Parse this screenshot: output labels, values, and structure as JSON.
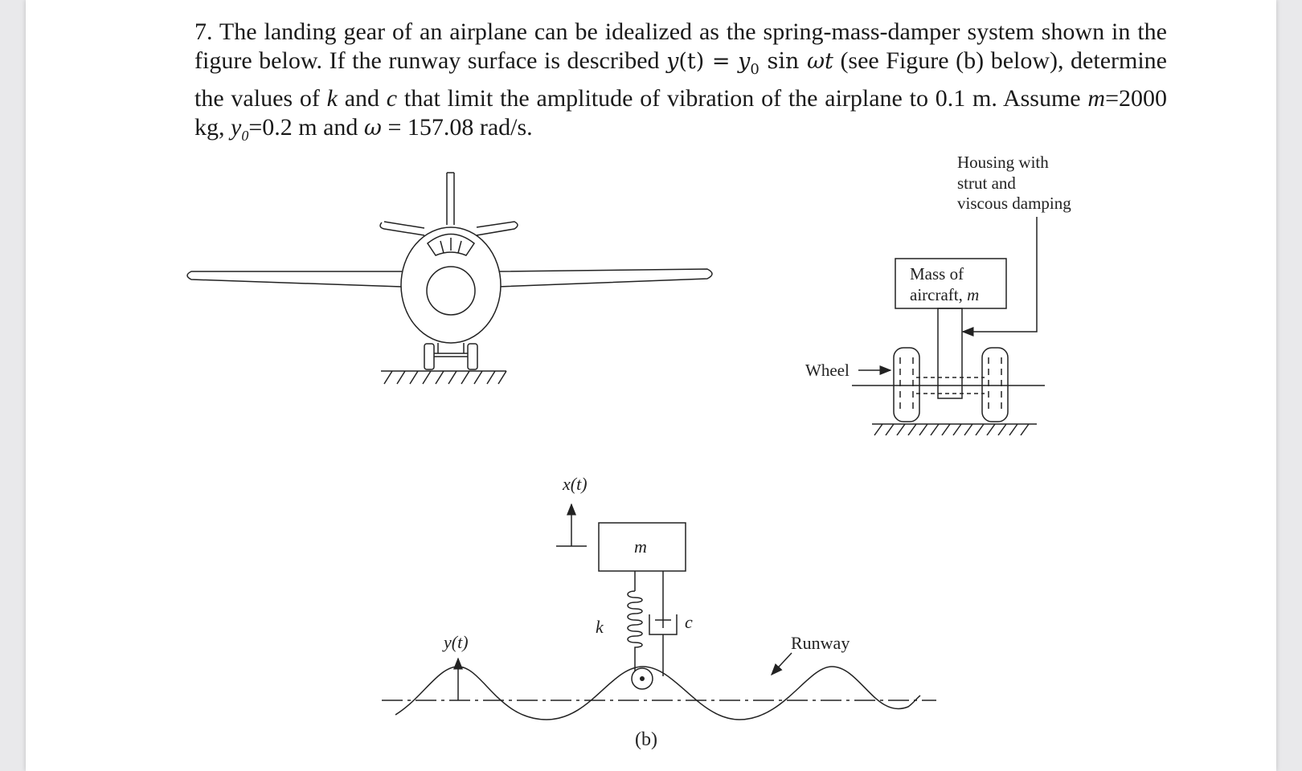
{
  "problem": {
    "number": "7.",
    "s1": "The landing gear of an airplane can be idealized as the spring-mass-damper system shown in the figure below. If the runway surface is described ",
    "eq_y": "y",
    "eq_t": "(t) = ",
    "eq_y0": "y",
    "eq_0": "0",
    "eq_sin": " sin ",
    "eq_wt": "ωt",
    "s2": " (see Figure (b) below), determine the values of ",
    "k": "k",
    "and": " and ",
    "c": "c",
    "s3": " that limit the amplitude of vibration of the airplane to 0.1 m. Assume ",
    "m": "m",
    "m_val": "=2000 kg, ",
    "y0_y": "y",
    "y0_sub": "0",
    "y0_val": "=0.2 m and ",
    "omega": "ω",
    "omega_val": " = 157.08 rad/s."
  },
  "figure_a": {
    "housing_label_1": "Housing with",
    "housing_label_2": "strut and",
    "housing_label_3": "viscous damping",
    "mass_label_1": "Mass of",
    "mass_label_2": "aircraft, ",
    "mass_label_m": "m",
    "wheel_label": "Wheel"
  },
  "figure_b": {
    "x_label": "x(t)",
    "mass_label": "m",
    "k_label": "k",
    "c_label": "c",
    "y_label": "y(t)",
    "runway_label": "Runway",
    "caption": "(b)"
  }
}
